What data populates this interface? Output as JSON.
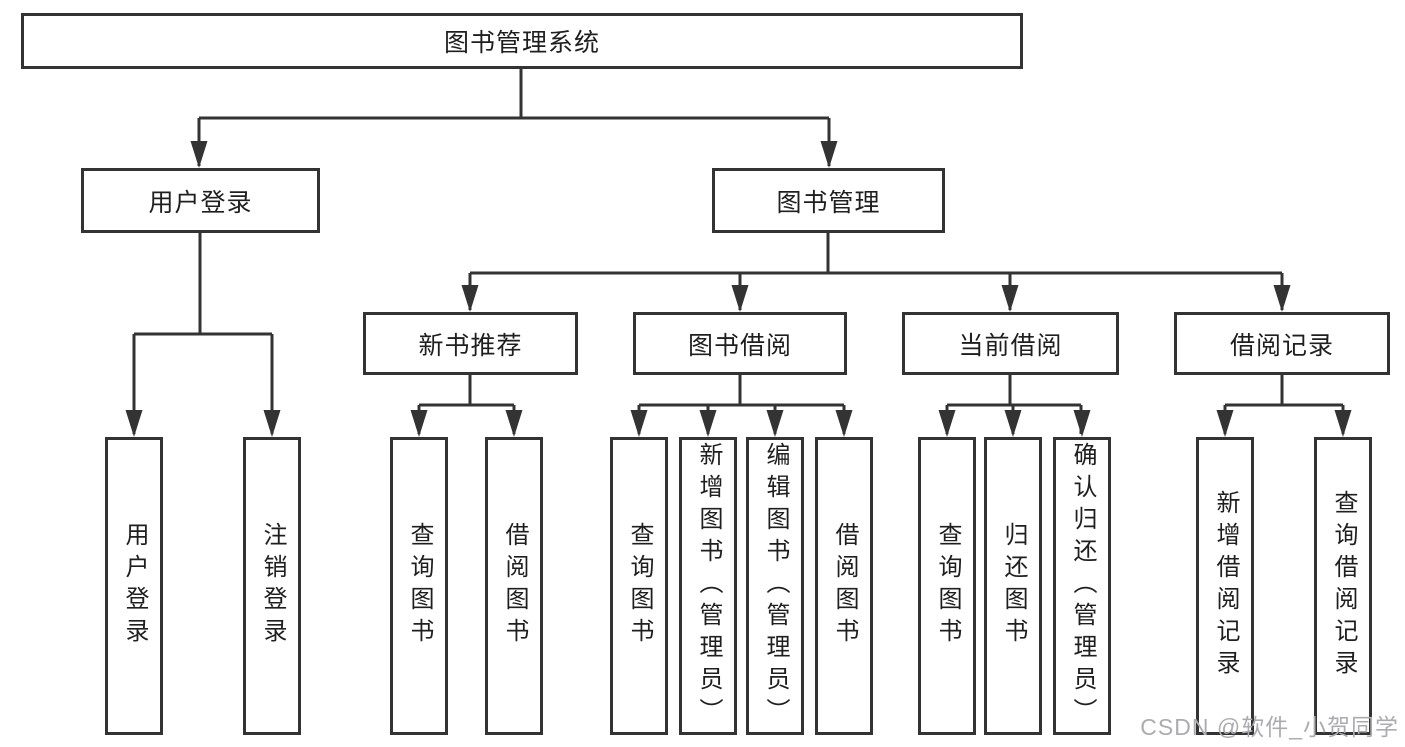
{
  "colors": {
    "line": "#333333",
    "border": "#333333",
    "text": "#1f1f1f",
    "box_background": "#ffffff",
    "page_background": "#ffffff",
    "watermark": "#abacb0"
  },
  "diagram": {
    "root": {
      "label": "图书管理系统"
    },
    "level2": [
      {
        "label": "用户登录"
      },
      {
        "label": "图书管理"
      }
    ],
    "level3": [
      {
        "label": "新书推荐"
      },
      {
        "label": "图书借阅"
      },
      {
        "label": "当前借阅"
      },
      {
        "label": "借阅记录"
      }
    ],
    "leaves": [
      {
        "label": "用户登录"
      },
      {
        "label": "注销登录"
      },
      {
        "label": "查询图书"
      },
      {
        "label": "借阅图书"
      },
      {
        "label": "查询图书"
      },
      {
        "label": "新增图书（管理员）"
      },
      {
        "label": "编辑图书（管理员）"
      },
      {
        "label": "借阅图书"
      },
      {
        "label": "查询图书"
      },
      {
        "label": "归还图书"
      },
      {
        "label": "确认归还（管理员）"
      },
      {
        "label": "新增借阅记录"
      },
      {
        "label": "查询借阅记录"
      }
    ]
  },
  "watermark": {
    "text": "CSDN @软件_小贺同学"
  }
}
